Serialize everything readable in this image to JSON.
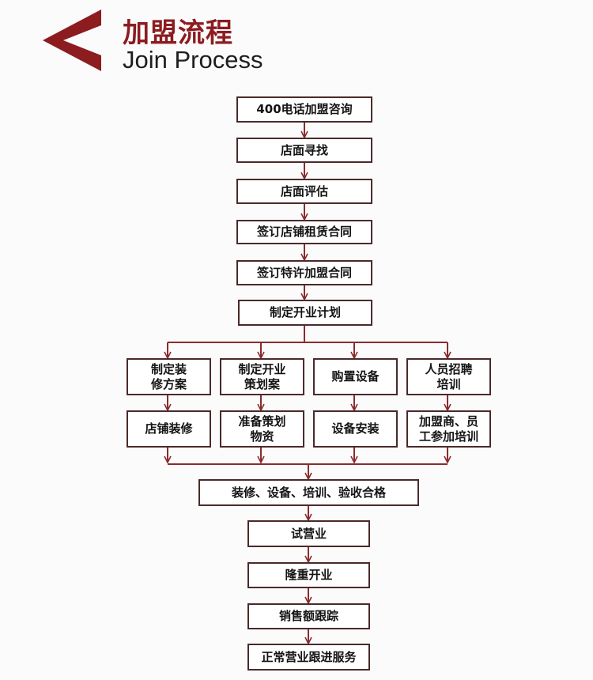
{
  "header": {
    "title_cn": "加盟流程",
    "title_en": "Join Process"
  },
  "colors": {
    "accent": "#8c1c20",
    "line": "#8a2b2f",
    "box_border": "#4a2a2b"
  },
  "steps": {
    "s1": "400电话加盟咨询",
    "s2": "店面寻找",
    "s3": "店面评估",
    "s4": "签订店铺租赁合同",
    "s5": "签订特许加盟合同",
    "s6": "制定开业计划",
    "c1a": "制定装\n修方案",
    "c2a": "制定开业\n策划案",
    "c3a": "购置设备",
    "c4a": "人员招聘\n培训",
    "c1b": "店铺装修",
    "c2b": "准备策划\n物资",
    "c3b": "设备安装",
    "c4b": "加盟商、员\n工参加培训",
    "m1": "装修、设备、培训、验收合格",
    "f1": "试营业",
    "f2": "隆重开业",
    "f3": "销售额跟踪",
    "f4": "正常营业跟进服务"
  }
}
